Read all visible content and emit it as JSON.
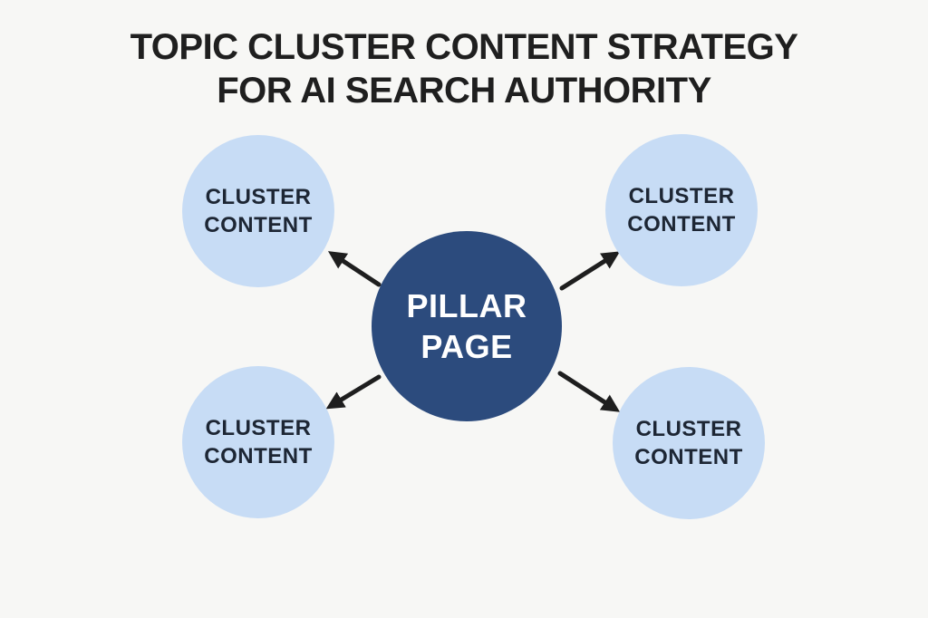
{
  "title": {
    "line1": "TOPIC CLUSTER CONTENT STRATEGY",
    "line2": "FOR AI SEARCH AUTHORITY"
  },
  "pillar": {
    "label_line1": "PILLAR",
    "label_line2": "PAGE"
  },
  "clusters": [
    {
      "position": "top-left",
      "label_line1": "CLUSTER",
      "label_line2": "CONTENT"
    },
    {
      "position": "top-right",
      "label_line1": "CLUSTER",
      "label_line2": "CONTENT"
    },
    {
      "position": "bottom-left",
      "label_line1": "CLUSTER",
      "label_line2": "CONTENT"
    },
    {
      "position": "bottom-right",
      "label_line1": "CLUSTER",
      "label_line2": "CONTENT"
    }
  ],
  "colors": {
    "background": "#f7f7f5",
    "title_text": "#1f1f1f",
    "pillar_fill": "#2c4b7d",
    "pillar_text": "#ffffff",
    "cluster_fill": "#c7dcf5",
    "cluster_text": "#1d2634",
    "arrow": "#1e1e1e"
  }
}
